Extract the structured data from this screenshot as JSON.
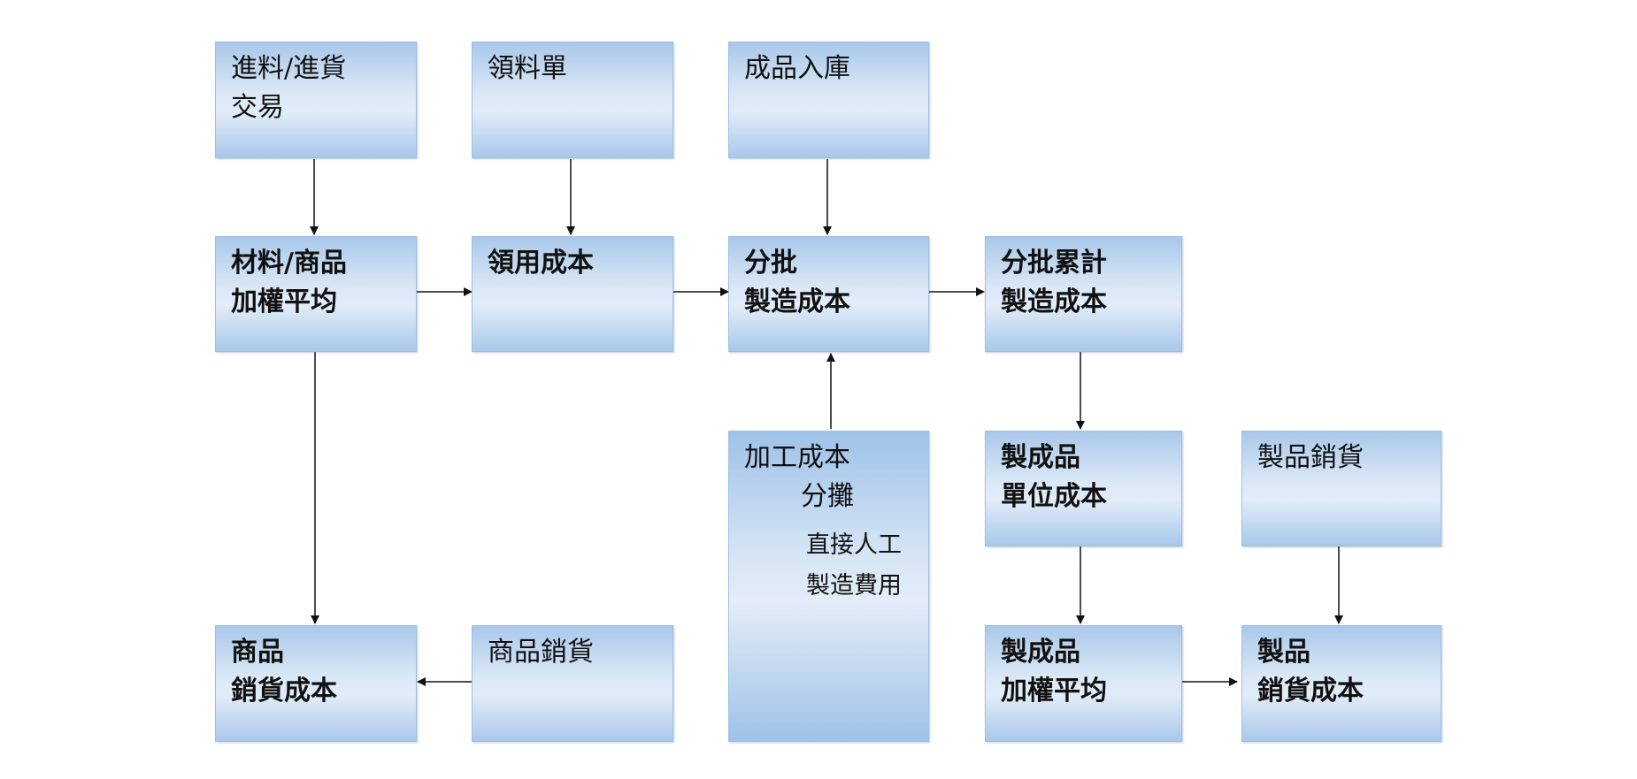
{
  "boxes": {
    "purchase": {
      "line1": "進料/進貨",
      "line2": "交易"
    },
    "requisition": {
      "line1": "領料單"
    },
    "finished_stock_in": {
      "line1": "成品入庫"
    },
    "material_weighted_avg": {
      "line1": "材料/商品",
      "line2": "加權平均"
    },
    "issue_cost": {
      "line1": "領用成本"
    },
    "batch_mfg_cost": {
      "line1": "分批",
      "line2": "製造成本"
    },
    "batch_cumulative_cost": {
      "line1": "分批累計",
      "line2": "製造成本"
    },
    "processing_cost_alloc": {
      "line1": "加工成本",
      "line2": "分攤",
      "sub1": "直接人工",
      "sub2": "製造費用"
    },
    "finished_unit_cost": {
      "line1": "製成品",
      "line2": "單位成本"
    },
    "product_sales": {
      "line1": "製品銷貨"
    },
    "goods_cogs": {
      "line1": "商品",
      "line2": "銷貨成本"
    },
    "goods_sales": {
      "line1": "商品銷貨"
    },
    "finished_weighted_avg": {
      "line1": "製成品",
      "line2": "加權平均"
    },
    "product_cogs": {
      "line1": "製品",
      "line2": "銷貨成本"
    }
  },
  "colors": {
    "box_edge": "#a9c8ea",
    "box_center": "#dbe8f6",
    "border": "#9fc0e4",
    "arrow": "#111111"
  }
}
